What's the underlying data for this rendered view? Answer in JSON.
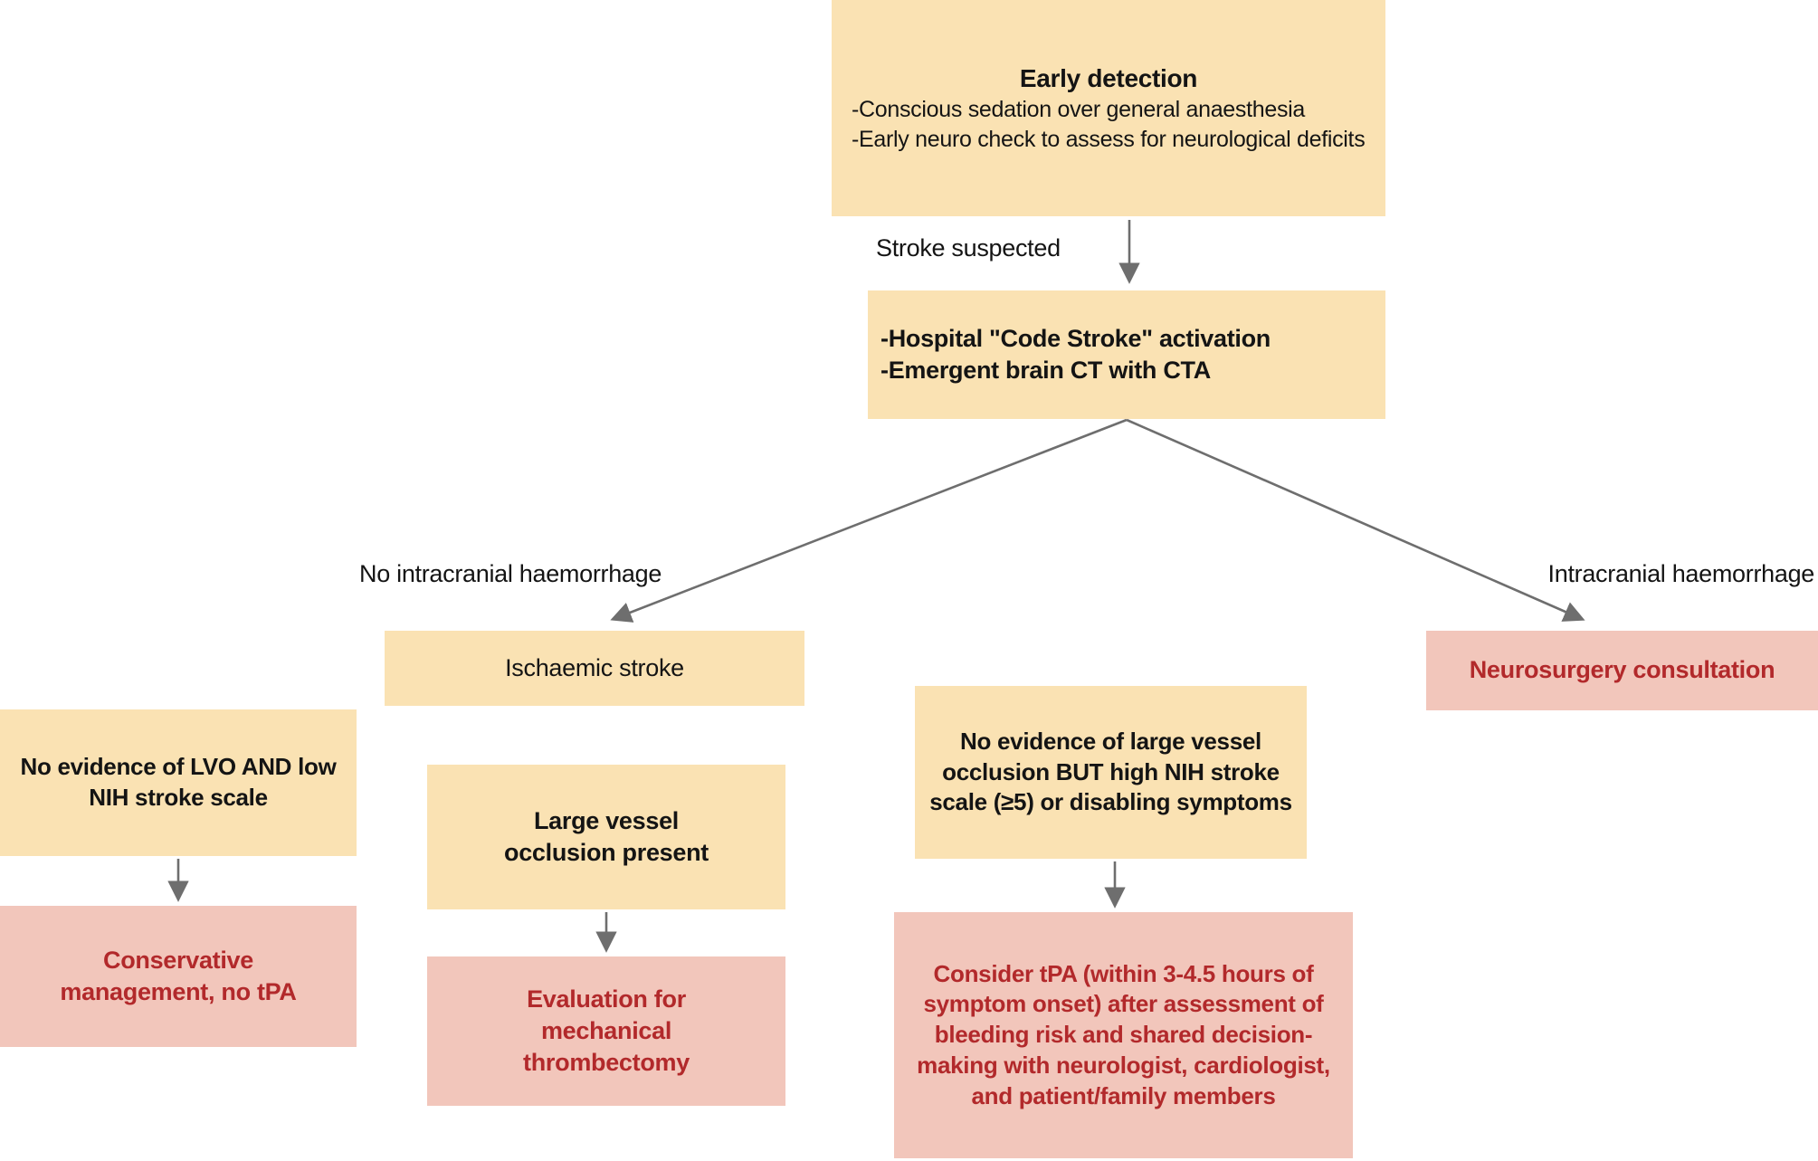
{
  "colors": {
    "tan": "#fae2b3",
    "pink": "#f2c6bb",
    "red_text": "#b2292b",
    "arrow": "#6e6e6e"
  },
  "nodes": {
    "early_detection": {
      "title": "Early detection",
      "line1": "-Conscious sedation over general anaesthesia",
      "line2": "-Early neuro check to assess for neurological deficits"
    },
    "code_stroke": {
      "line1": "-Hospital \"Code Stroke\" activation",
      "line2": "-Emergent brain CT with CTA"
    },
    "ischaemic_stroke": {
      "label": "Ischaemic stroke"
    },
    "neurosurgery_consultation": {
      "label": "Neurosurgery consultation"
    },
    "no_lvo_low_nih": {
      "label": "No evidence of LVO AND low NIH stroke scale"
    },
    "conservative_management": {
      "label": "Conservative management, no tPA"
    },
    "lvo_present": {
      "label": "Large vessel occlusion present"
    },
    "mechanical_thrombectomy": {
      "label": "Evaluation for mechanical thrombectomy"
    },
    "no_lvo_high_nih": {
      "label": "No evidence of large vessel occlusion BUT high NIH stroke scale (≥5) or disabling symptoms"
    },
    "consider_tpa": {
      "label": "Consider tPA (within 3-4.5 hours of symptom onset) after assessment of bleeding risk and shared decision-making with neurologist, cardiologist, and patient/family members"
    }
  },
  "edge_labels": {
    "stroke_suspected": "Stroke suspected",
    "no_ich": "No intracranial haemorrhage",
    "ich": "Intracranial haemorrhage"
  }
}
